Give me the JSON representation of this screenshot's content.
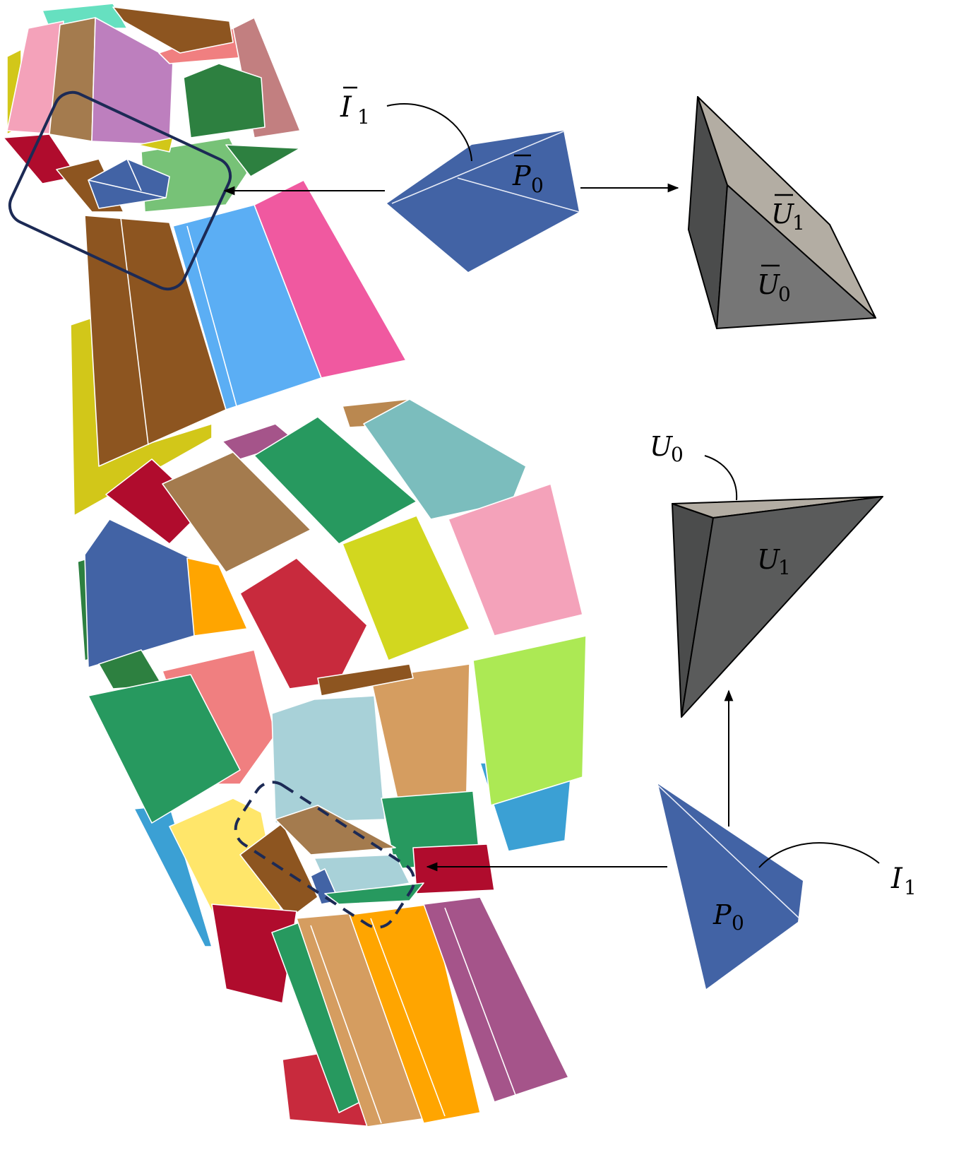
{
  "figure": {
    "labels": {
      "i_bar_1": {
        "symbol": "I",
        "bar": true,
        "subscript": "1"
      },
      "p_bar_0": {
        "symbol": "P",
        "bar": true,
        "subscript": "0"
      },
      "u_bar_1": {
        "symbol": "U",
        "bar": true,
        "subscript": "1"
      },
      "u_bar_0": {
        "symbol": "U",
        "bar": true,
        "subscript": "0"
      },
      "u_0": {
        "symbol": "U",
        "bar": false,
        "subscript": "0"
      },
      "u_1": {
        "symbol": "U",
        "bar": false,
        "subscript": "1"
      },
      "p_0": {
        "symbol": "P",
        "bar": false,
        "subscript": "0"
      },
      "i_1": {
        "symbol": "I",
        "bar": false,
        "subscript": "1"
      }
    },
    "colors": {
      "piece_blue": "#4263a5",
      "tetra_dark": "#4b4c4c",
      "tetra_mid": "#767676",
      "tetra_light": "#b3ada3",
      "highlight_frame": "#1c2a55"
    }
  }
}
